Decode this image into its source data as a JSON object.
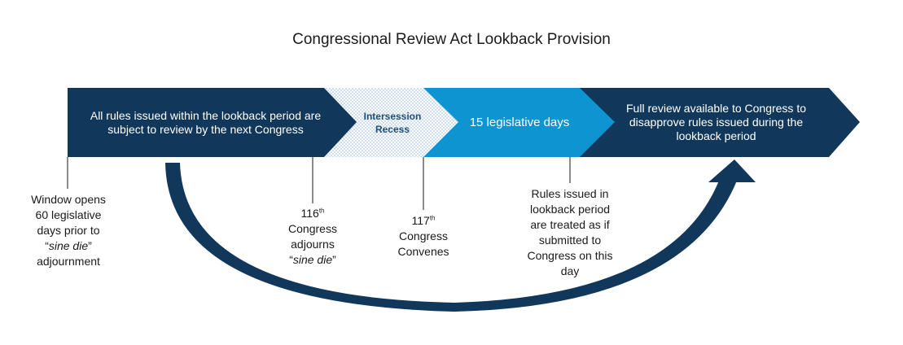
{
  "title": "Congressional Review Act Lookback Provision",
  "colors": {
    "navy": "#11375a",
    "bright_blue": "#0f94d2",
    "recess_dot": "#a8c7e6",
    "tick": "#1a1a1a"
  },
  "segments": {
    "lookback": "All rules issued within the lookback period are subject to review by the next Congress",
    "recess_line1": "Intersession",
    "recess_line2": "Recess",
    "legislative_days": "15 legislative days",
    "full_review": "Full review available to Congress to disapprove rules issued during the lookback period"
  },
  "labels": {
    "window_opens": {
      "line1": "Window opens",
      "line2": "60 legislative",
      "line3": "days prior to",
      "quote_open": "“",
      "sine_die": "sine die",
      "quote_close": "”",
      "line5": "adjournment"
    },
    "adjourns": {
      "num": "116",
      "sup": "th",
      "line2": "Congress",
      "line3": "adjourns",
      "quote_open": "“",
      "sine_die": "sine die",
      "quote_close": "”"
    },
    "convenes": {
      "num": "117",
      "sup": "th",
      "line2": "Congress",
      "line3": "Convenes"
    },
    "treated": {
      "line1": "Rules issued in",
      "line2": "lookback period",
      "line3": "are treated as if",
      "line4": "submitted to",
      "line5": "Congress on this",
      "line6": "day"
    }
  }
}
